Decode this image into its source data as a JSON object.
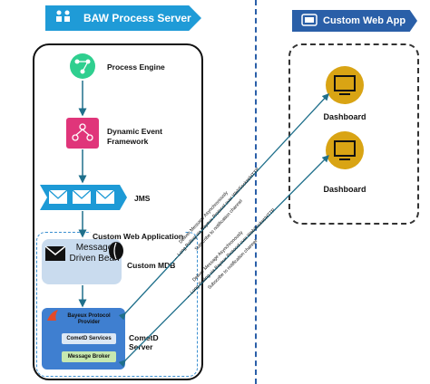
{
  "baw_banner": {
    "title": "BAW Process Server"
  },
  "cwa_banner": {
    "title": "Custom Web App"
  },
  "components": {
    "process_engine": "Process Engine",
    "dynamic_event_framework": "Dynamic Event Framework",
    "jms": "JMS",
    "custom_web_application": "Custom Web Application",
    "mdb_box": "Message Driven Bean",
    "custom_mdb": "Custom MDB",
    "cometd_server": "CometD Server",
    "bayeux_provider": "Bayeux Protocol Provider",
    "cometd_services": "CometD Services",
    "message_broker": "Message Broker"
  },
  "dashboards": [
    "Dashboard",
    "Dashboard"
  ],
  "connections": {
    "upper": [
      "Deliver Message Asynchronously",
      "← Long Polling via Bayeux Protocol over WebSocket/HTTP",
      "Subscribe to notification channel"
    ],
    "lower": [
      "Deliver Message Asynchronously",
      "← Long Polling via Bayeux Protocol over WebSocket/HTTP",
      "Subscribe to notification channel"
    ]
  },
  "colors": {
    "baw_banner": "#1f9bd7",
    "cwa_banner": "#2a5fa8",
    "process_engine": "#2fcf8f",
    "event_framework": "#e0357a",
    "jms": "#1d9ad6",
    "dashboard": "#d9a414",
    "connector": "#1f6f8b"
  }
}
